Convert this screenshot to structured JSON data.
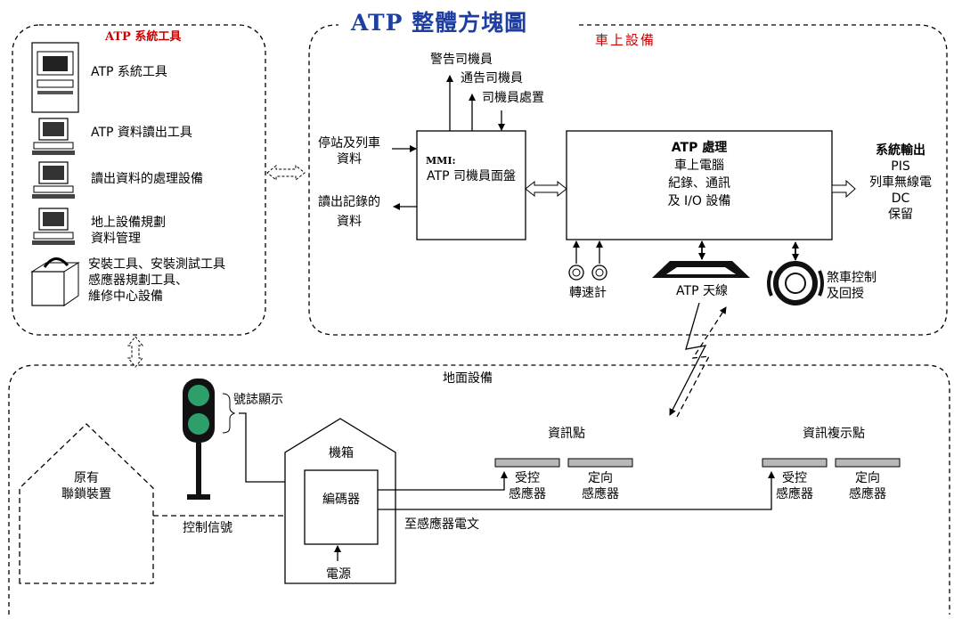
{
  "title": "ATP 整體方塊圖",
  "tools_panel": {
    "heading": "ATP 系統工具",
    "items": [
      {
        "icon": "server-tower-icon",
        "label": "ATP 系統工具"
      },
      {
        "icon": "computer-icon",
        "label": "ATP 資料讀出工具"
      },
      {
        "icon": "computer-icon",
        "label": "讀出資料的處理設備"
      },
      {
        "icon": "computer-icon",
        "lines": [
          "地上設備規劃",
          "資料管理"
        ]
      },
      {
        "icon": "toolbox-icon",
        "lines": [
          "安裝工具、安裝測試工具",
          "感應器規劃工具、",
          "維修中心設備"
        ]
      }
    ]
  },
  "onboard": {
    "heading": "車上設備",
    "driver_alerts": [
      "警告司機員",
      "通告司機員",
      "司機員處置"
    ],
    "stop_input": [
      "停站及列車",
      "資料"
    ],
    "record_output": [
      "讀出記錄的",
      "資料"
    ],
    "mmi": {
      "title": "MMI:",
      "label": "ATP 司機員面盤"
    },
    "atp_processing": {
      "title": "ATP 處理",
      "lines": [
        "車上電腦",
        "紀錄、通訊",
        "及 I/O 設備"
      ]
    },
    "system_output": {
      "title": "系統輸出",
      "lines": [
        "PIS",
        "列車無線電",
        "DC",
        "保留"
      ]
    },
    "tachometer": "轉速計",
    "antenna": "ATP 天線",
    "brake": [
      "煞車控制",
      "及回授"
    ]
  },
  "ground": {
    "heading": "地面設備",
    "interlocking": [
      "原有",
      "聯鎖裝置"
    ],
    "signal_label": "號誌顯示",
    "control_signal": "控制信號",
    "cabinet": "機箱",
    "encoder": "編碼器",
    "power": "電源",
    "balise_message": "至感應器電文",
    "info_point": {
      "title": "資訊點",
      "controlled": [
        "受控",
        "感應器"
      ],
      "fixed": [
        "定向",
        "感應器"
      ]
    },
    "repeat_point": {
      "title": "資訊複示點",
      "controlled": [
        "受控",
        "感應器"
      ],
      "fixed": [
        "定向",
        "感應器"
      ]
    }
  },
  "colors": {
    "title": "#1f3fa0",
    "red_heading": "#cc0000",
    "signal_green": "#2e9e6a",
    "balise_gray": "#b8b8b8"
  }
}
